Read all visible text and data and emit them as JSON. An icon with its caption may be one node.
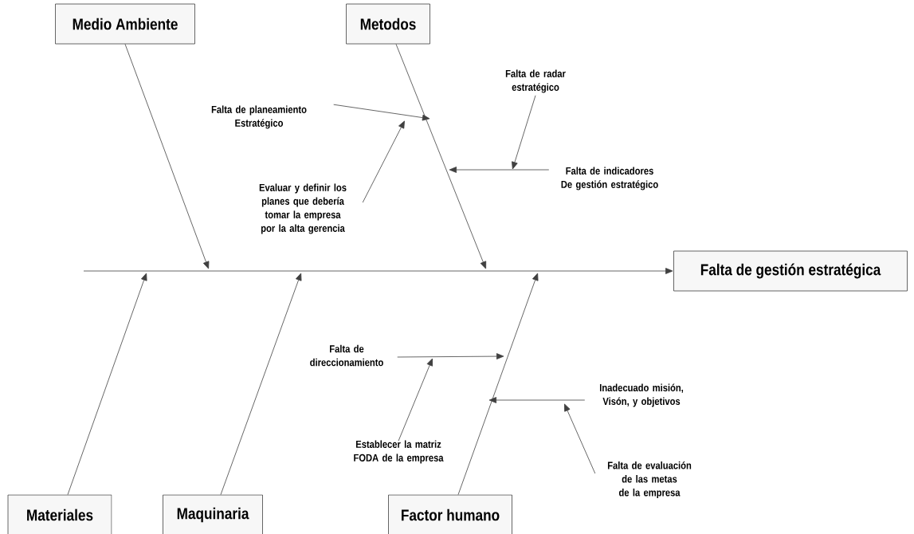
{
  "diagram": {
    "nodes": [
      {
        "text": [
          "Medio Ambiente"
        ]
      },
      {
        "text": [
          "Metodos"
        ]
      },
      {
        "text": [
          "Falta de gestión estratégica"
        ]
      },
      {
        "text": [
          "Materiales"
        ]
      },
      {
        "text": [
          "Maquinaria"
        ]
      },
      {
        "text": [
          "Factor humano"
        ]
      },
      {
        "text": [
          "Falta de planeamiento Estratégico"
        ]
      },
      {
        "text": [
          "Evaluar y definir los planes que debería tomar la empresa por la alta gerencia"
        ]
      },
      {
        "text": [
          "Falta de radar estratégico"
        ]
      },
      {
        "text": [
          "Falta de indicadores De gestión estratégico"
        ]
      },
      {
        "text": [
          "Falta de direccionamiento"
        ]
      },
      {
        "text": [
          "Establecer la matriz FODA de la empresa"
        ]
      },
      {
        "text": [
          "Inadecuado misión, Visón, y objetivos"
        ]
      },
      {
        "text": [
          "Falta de evaluación de las metas de la empresa"
        ]
      }
    ],
    "edges": [
      {
        "from": null,
        "to": 2,
        "arrow": "to"
      },
      {
        "from": 0,
        "to": null,
        "arrow": "to"
      },
      {
        "from": 1,
        "to": null,
        "arrow": "to"
      },
      {
        "from": 3,
        "to": null,
        "arrow": "to"
      },
      {
        "from": 4,
        "to": null,
        "arrow": "to"
      },
      {
        "from": 5,
        "to": null,
        "arrow": "to"
      },
      {
        "from": 6,
        "to": null,
        "arrow": "to"
      },
      {
        "from": 7,
        "to": null,
        "arrow": "to"
      },
      {
        "from": 8,
        "to": null,
        "arrow": "to"
      },
      {
        "from": 9,
        "to": null,
        "arrow": "to"
      },
      {
        "from": 10,
        "to": null,
        "arrow": "to"
      },
      {
        "from": 11,
        "to": null,
        "arrow": "to"
      },
      {
        "from": 12,
        "to": null,
        "arrow": "to"
      },
      {
        "from": 13,
        "to": null,
        "arrow": "to"
      }
    ]
  }
}
